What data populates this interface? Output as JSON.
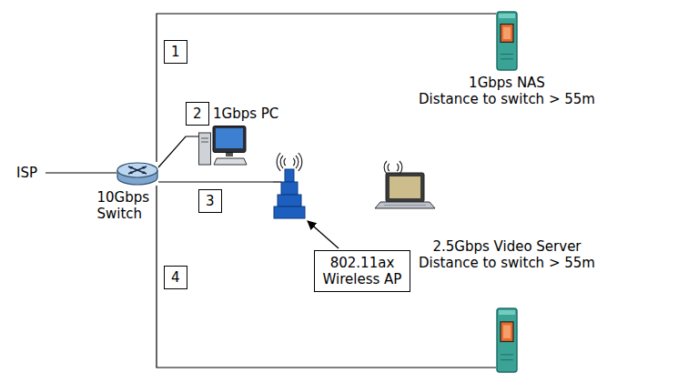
{
  "diagram": {
    "nodes": [
      {
        "text": [
          "1Gbps NAS",
          "Distance to switch > 55m"
        ]
      },
      {
        "text": [
          "1Gbps PC"
        ]
      },
      {
        "text": [
          "10Gbps Switch"
        ]
      },
      {
        "text": [
          "802.11ax Wireless AP"
        ]
      },
      {
        "text": [
          "2.5Gbps Video Server",
          "Distance to switch > 55m"
        ]
      }
    ],
    "edges": [
      {
        "from": 2,
        "to": 0,
        "arrow": "none"
      },
      {
        "from": 2,
        "to": 1,
        "arrow": "none"
      },
      {
        "from": 2,
        "to": 3,
        "arrow": "none"
      },
      {
        "from": 2,
        "to": 4,
        "arrow": "none"
      }
    ],
    "labels": [
      "ISP",
      "1",
      "2",
      "3",
      "4"
    ]
  }
}
